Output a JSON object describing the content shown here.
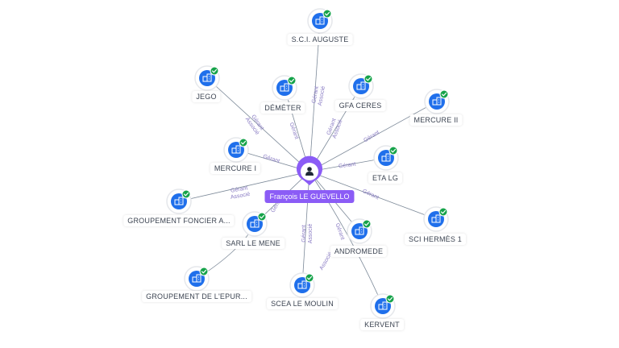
{
  "center": {
    "name": "François LE GUEVELLO",
    "icon": "person-icon"
  },
  "nodes": [
    {
      "id": "sci-auguste",
      "label": "S.C.I. AUGUSTE",
      "icon": "building-icon",
      "verified": true
    },
    {
      "id": "jego",
      "label": "JEGO",
      "icon": "building-icon",
      "verified": true
    },
    {
      "id": "demeter",
      "label": "DÉMÉTER",
      "icon": "building-icon",
      "verified": true
    },
    {
      "id": "gfa-ceres",
      "label": "GFA CERES",
      "icon": "building-icon",
      "verified": true
    },
    {
      "id": "mercure-ii",
      "label": "MERCURE II",
      "icon": "building-icon",
      "verified": true
    },
    {
      "id": "mercure-i",
      "label": "MERCURE I",
      "icon": "building-icon",
      "verified": true
    },
    {
      "id": "eta-lg",
      "label": "ETA LG",
      "icon": "building-icon",
      "verified": true
    },
    {
      "id": "groupement-foncier",
      "label": "GROUPEMENT FONCIER A...",
      "icon": "building-icon",
      "verified": true
    },
    {
      "id": "sarl-le-mene",
      "label": "SARL LE MENE",
      "icon": "building-icon",
      "verified": true
    },
    {
      "id": "sci-hermes",
      "label": "SCI HERMÈS 1",
      "icon": "building-icon",
      "verified": true
    },
    {
      "id": "andromede",
      "label": "ANDROMEDE",
      "icon": "building-icon",
      "verified": true
    },
    {
      "id": "groupement-epur",
      "label": "GROUPEMENT DE L'EPUR...",
      "icon": "building-icon",
      "verified": true
    },
    {
      "id": "scea-le-moulin",
      "label": "SCEA LE MOULIN",
      "icon": "building-icon",
      "verified": true
    },
    {
      "id": "kervent",
      "label": "KERVENT",
      "icon": "building-icon",
      "verified": true
    }
  ],
  "edge_labels": {
    "gerant": "Gérant",
    "associe": "Associé"
  },
  "colors": {
    "edge": "#7d8a99",
    "edge_label": "#8a7cc4",
    "node_icon": "#1f6feb",
    "badge": "#16a34a",
    "center_pin": "#8b5cf6"
  }
}
